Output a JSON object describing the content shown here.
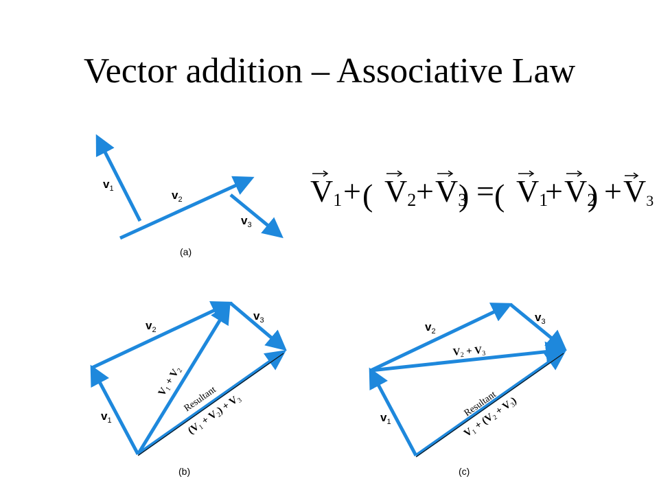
{
  "title": "Vector addition – Associative Law",
  "colors": {
    "vector": "#1e88dc",
    "text": "#000000"
  },
  "equation": {
    "terms": [
      "V",
      "1",
      "+",
      "V",
      "2",
      "+",
      "V",
      "3",
      "=",
      "V",
      "1",
      "+",
      "V",
      "2",
      "+",
      "V",
      "3"
    ]
  },
  "labels": {
    "v": "v",
    "v_caps": "V",
    "sub1": "1",
    "sub2": "2",
    "sub3": "3",
    "resultant": "Resultant",
    "b_sum12": "V",
    "plus": "+",
    "b_res_expr": "(V",
    "b_res_expr2": ") + V",
    "c_sum23": "V",
    "c_res_expr": "V",
    "c_res_mid": " + (V",
    "c_res_end": ")"
  },
  "captions": {
    "a": "(a)",
    "b": "(b)",
    "c": "(c)"
  }
}
